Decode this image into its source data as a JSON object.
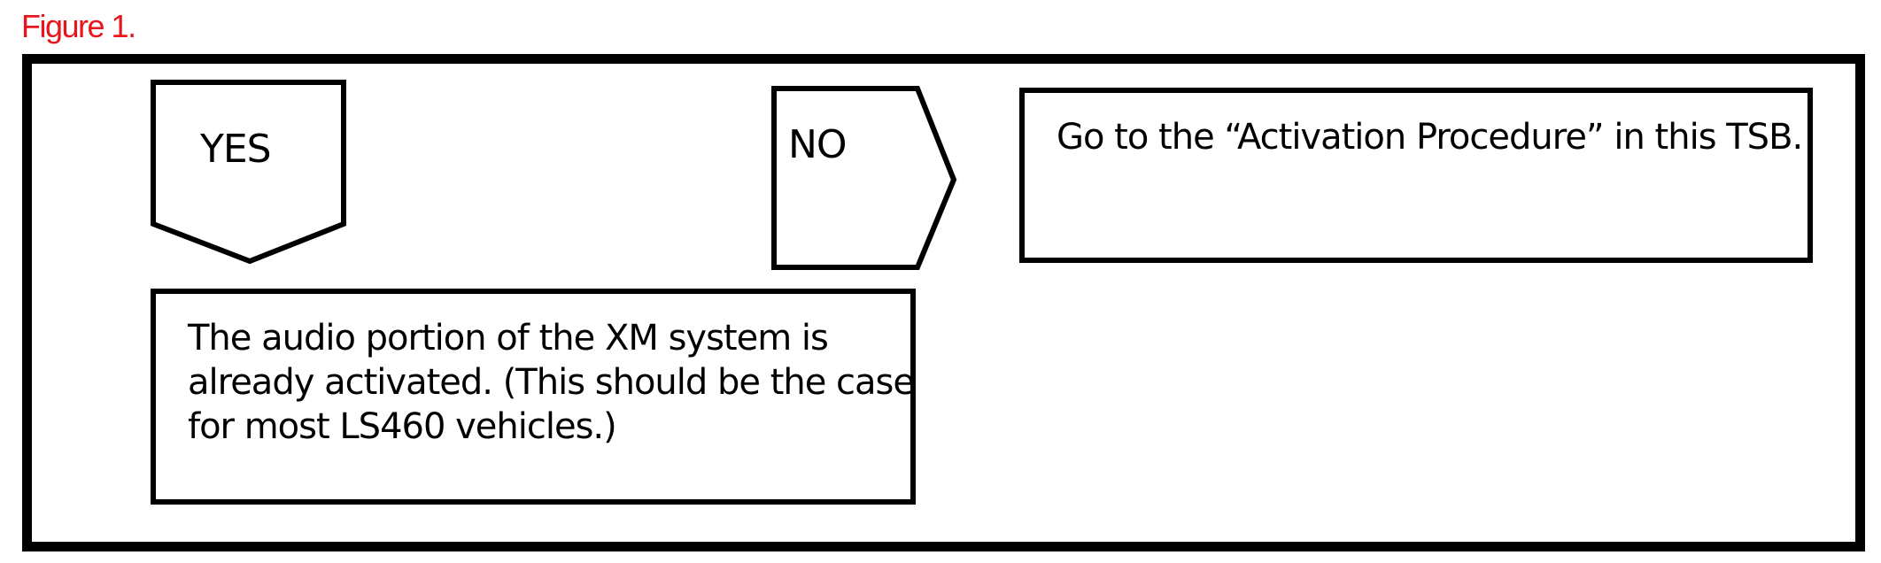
{
  "figure": {
    "label": "Figure 1.",
    "label_color": "#e8151c",
    "line_color": "#000000"
  },
  "flow": {
    "yes_label": "YES",
    "no_label": "NO",
    "no_result": "Go to the “Activation Procedure” in this TSB.",
    "yes_result_lines": [
      "The audio portion of the XM system is",
      "already activated. (This should be the case",
      "for most LS460 vehicles.)"
    ]
  }
}
